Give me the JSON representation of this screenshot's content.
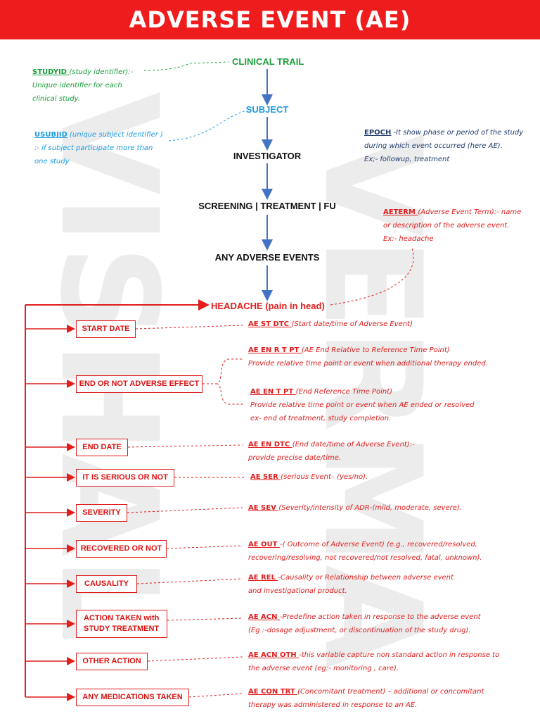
{
  "title": "ADVERSE  EVENT (AE)",
  "watermark": {
    "left": "VISHAL",
    "right": "VERMA"
  },
  "colors": {
    "red": "#e11d1d",
    "green": "#1a9f3a",
    "blue": "#1e9be0",
    "navy": "#1f3b6e",
    "arrow": "#4472c4"
  },
  "flow": {
    "clinical_trail": "CLINICAL TRAIL",
    "subject": "SUBJECT",
    "investigator": "INVESTIGATOR",
    "phases": "SCREENING | TREATMENT | FU",
    "any_ae": "ANY ADVERSE EVENTS",
    "headache": "HEADACHE (pain in head)"
  },
  "notes": {
    "studyid": {
      "key": "STUDYID ",
      "lines": [
        "(study identifier):-",
        "Unique identifier for each",
        "clinical study."
      ]
    },
    "usubjid": {
      "key": "USUBJID",
      "lines": [
        " (unique subject identifier )",
        ":- if subject participate more than",
        "one study"
      ]
    },
    "epoch": {
      "key": "EPOCH",
      "lines": [
        " -It show phase or period of the study",
        "during which event occurred (here AE).",
        "Ex;- followup, treatment"
      ]
    },
    "aeterm": {
      "key": "AETERM ",
      "lines": [
        "(Adverse Event Term):- name",
        "or description of the adverse event.",
        "Ex:- headache"
      ]
    }
  },
  "boxes": [
    {
      "label": "START DATE"
    },
    {
      "label": "END OR NOT ADVERSE EFFECT"
    },
    {
      "label": "END DATE"
    },
    {
      "label": "IT IS SERIOUS OR NOT"
    },
    {
      "label": "SEVERITY"
    },
    {
      "label": "RECOVERED OR NOT"
    },
    {
      "label": "CAUSALITY"
    },
    {
      "label": "ACTION TAKEN with STUDY TREATMENT"
    },
    {
      "label": "OTHER ACTION"
    },
    {
      "label": "ANY MEDICATIONS TAKEN"
    }
  ],
  "defs": [
    {
      "key": "AE ST DTC ",
      "lines": [
        "(Start date/time of Adverse Event)"
      ]
    },
    {
      "key": "AE EN R T PT ",
      "lines": [
        "(AE End Relative to Reference Time Point)",
        "Provide relative time point or event when additional therapy ended."
      ]
    },
    {
      "key": "AE EN T PT ",
      "lines": [
        "(End Reference Time Point)",
        "Provide relative time point or event when AE ended or resolved",
        "ex- end of treatment, study completion."
      ]
    },
    {
      "key": "AE EN DTC ",
      "lines": [
        "(End date/time of Adverse Event):-",
        "provide precise date/time."
      ]
    },
    {
      "key": "AE SER ",
      "lines": [
        "(serious Event– (yes/no)."
      ]
    },
    {
      "key": "AE SEV ",
      "lines": [
        "(Severity/intensity of ADR-(mild, moderate, severe)."
      ]
    },
    {
      "key": "AE OUT ",
      "lines": [
        "-( Outcome of Adverse Event) (e.g., recovered/resolved,",
        "recovering/resolving, not recovered/not resolved, fatal, unknown)."
      ]
    },
    {
      "key": "AE  REL ",
      "lines": [
        "-Causality or Relationship between adverse event",
        "and investigational product."
      ]
    },
    {
      "key": "AE ACN ",
      "lines": [
        "-Predefine action taken in response to the adverse event",
        "(Eg :-dosage adjustment, or discontinuation of the study drug)."
      ]
    },
    {
      "key": "AE ACN OTH ",
      "lines": [
        "-this variable capture non standard action in response to",
        "the adverse event     (eg:- monitoring , care)."
      ]
    },
    {
      "key": "AE CON TRT ",
      "lines": [
        "(Concomitant treatment) – additional or concomitant",
        "therapy was administered in response to an AE."
      ]
    }
  ]
}
